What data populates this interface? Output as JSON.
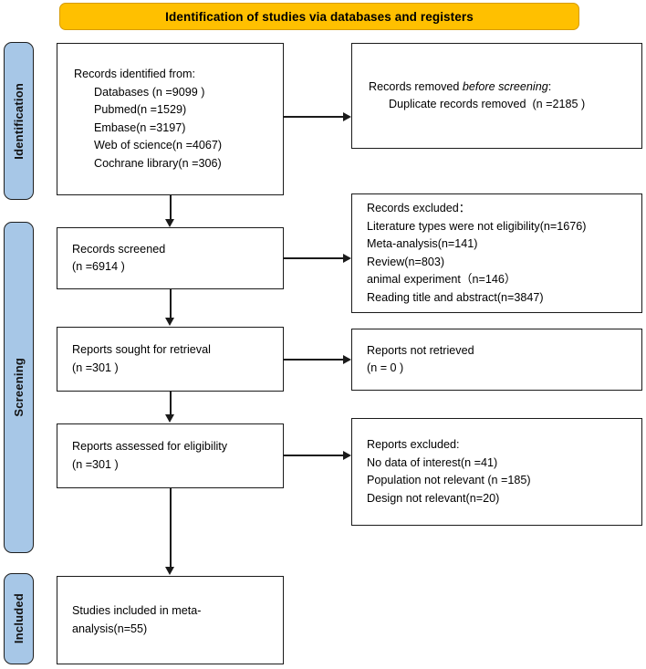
{
  "banner": {
    "title": "Identification of studies via databases and registers",
    "fill_color": "#FFC000",
    "border_color": "#D79B00"
  },
  "stages": {
    "fill_color": "#A7C7E7",
    "border_color": "#1F1F1F",
    "identification": "Identification",
    "screening": "Screening",
    "included": "Included"
  },
  "boxes": {
    "identified": {
      "l1": "Records identified from:",
      "l2": "Databases (n =9099 )",
      "l3": "Pubmed(n =1529)",
      "l4": "Embase(n =3197)",
      "l5": "Web of science(n =4067)",
      "l6": "Cochrane library(n =306)"
    },
    "removed": {
      "l1_a": "Records removed ",
      "l1_b": "before screening",
      "l1_c": ":",
      "l2": "Duplicate records removed  (n =2185 )"
    },
    "screened": {
      "l1": "Records screened",
      "l2": "(n =6914 )"
    },
    "excluded_screening": {
      "l1": "Records excluded：",
      "l2": "Literature types were not eligibility(n=1676)",
      "l3": "Meta-analysis(n=141)",
      "l4": "Review(n=803)",
      "l5": "animal experiment（n=146）",
      "l6": "Reading title and abstract(n=3847)"
    },
    "sought": {
      "l1": "Reports sought for retrieval",
      "l2": "(n =301 )"
    },
    "not_retrieved": {
      "l1": "Reports not retrieved",
      "l2": "(n = 0 )"
    },
    "assessed": {
      "l1": "Reports assessed for eligibility",
      "l2": "(n =301 )"
    },
    "excluded_eligibility": {
      "l1": "Reports excluded:",
      "l2": "No data of interest(n =41)",
      "l3": "Population not relevant (n =185)",
      "l4": "Design not relevant(n=20)"
    },
    "included": {
      "l1": "Studies included in meta-",
      "l2": "analysis(n=55)"
    }
  }
}
